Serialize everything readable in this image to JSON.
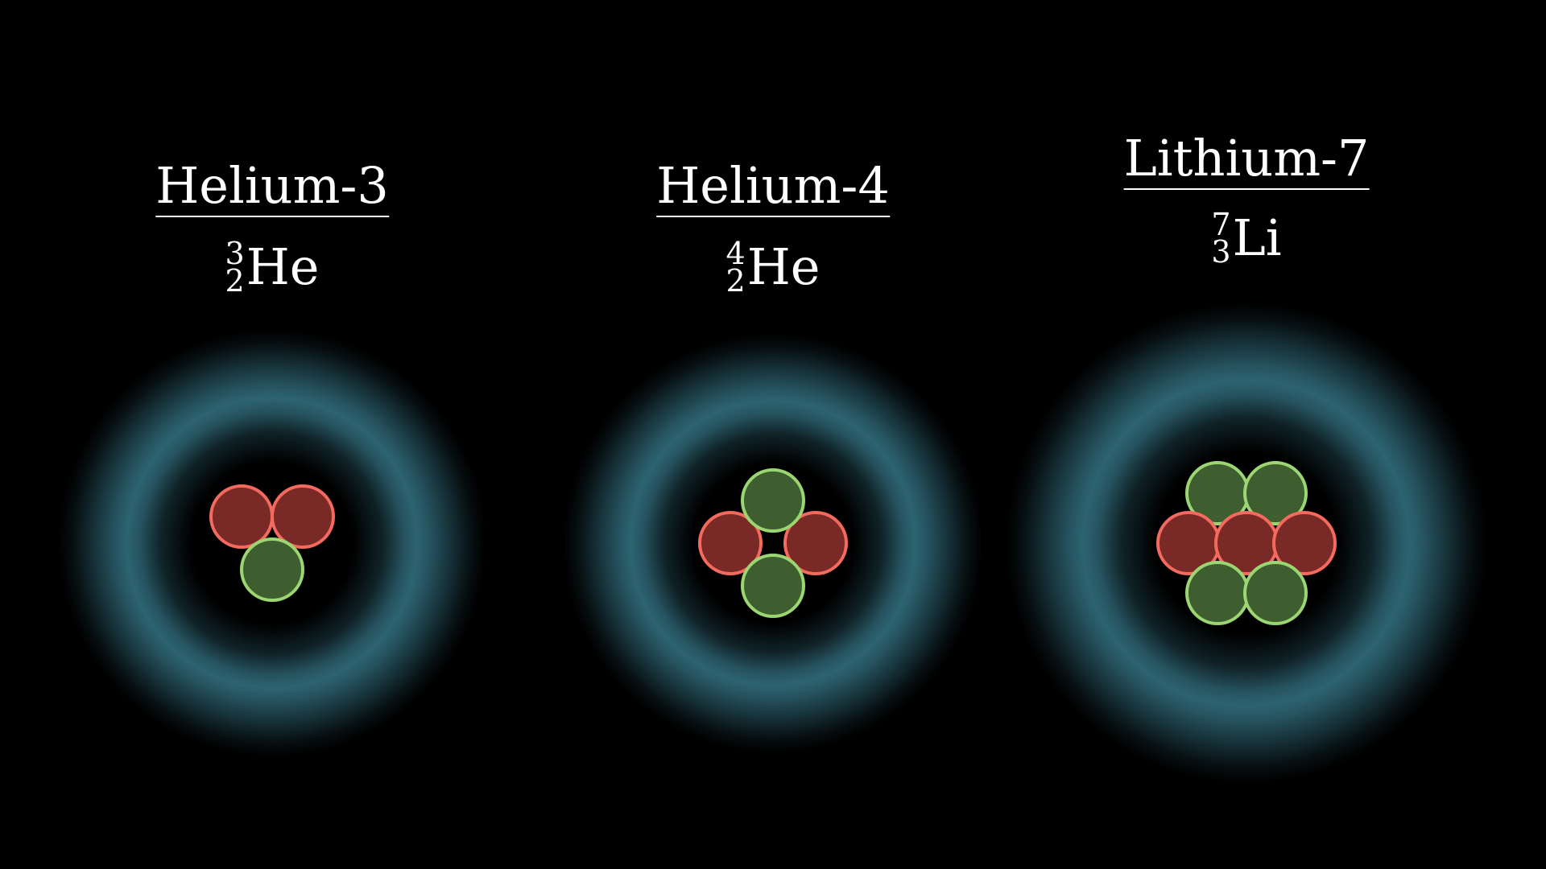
{
  "colors": {
    "background": "#000000",
    "electron_cloud": "#3f8a9e",
    "proton_fill": "#7a2a26",
    "proton_stroke": "#f46a5e",
    "neutron_fill": "#3f5e2f",
    "neutron_stroke": "#9bd672"
  },
  "atoms": [
    {
      "title": "Helium-3",
      "mass_number": "3",
      "atomic_number": "2",
      "symbol": "He",
      "protons": 2,
      "neutrons": 1
    },
    {
      "title": "Helium-4",
      "mass_number": "4",
      "atomic_number": "2",
      "symbol": "He",
      "protons": 2,
      "neutrons": 2
    },
    {
      "title": "Lithium-7",
      "mass_number": "7",
      "atomic_number": "3",
      "symbol": "Li",
      "protons": 3,
      "neutrons": 4
    }
  ]
}
